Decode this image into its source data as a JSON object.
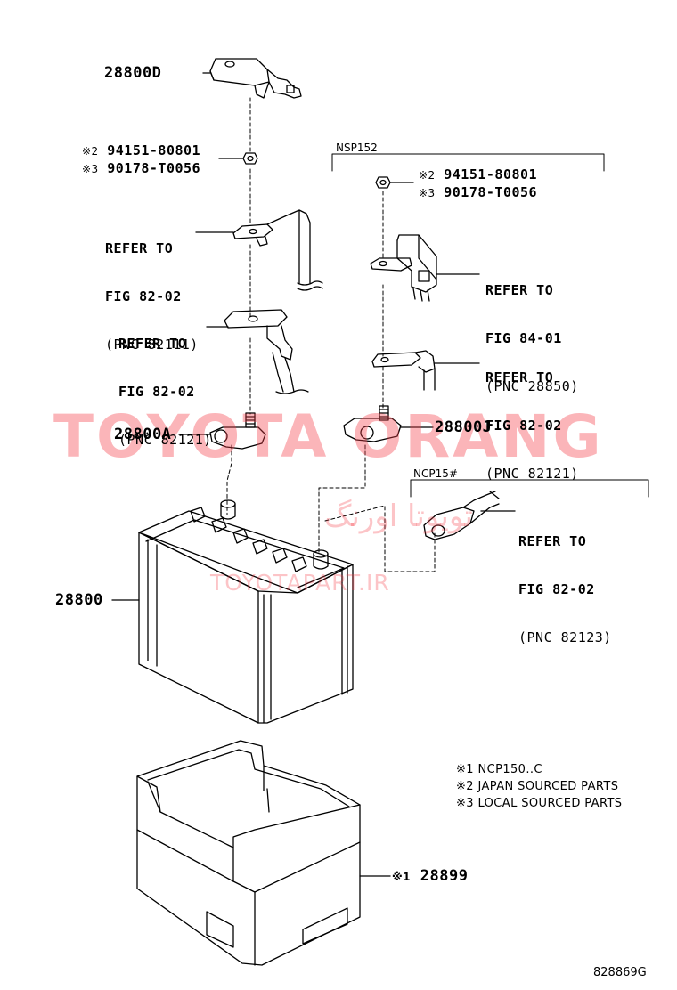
{
  "watermark": {
    "brand": "TOYOTA ORANG",
    "brand_fa": "تویوتا اورنگ",
    "site": "TOYOTAPART.IR"
  },
  "group_labels": {
    "nsp": "NSP152",
    "ncp": "NCP15#"
  },
  "parts": {
    "cover_d": "28800D",
    "terminal_a": "28800A",
    "terminal_j": "28800J",
    "battery": "28800",
    "tray_mark": "※1",
    "tray": "28899"
  },
  "nut_left": {
    "mark1": "※2",
    "pn1": "94151-80801",
    "mark2": "※3",
    "pn2": "90178-T0056"
  },
  "nut_right": {
    "mark1": "※2",
    "pn1": "94151-80801",
    "mark2": "※3",
    "pn2": "90178-T0056"
  },
  "refs": [
    {
      "l1": "REFER TO",
      "l2": "FIG 82-02",
      "l3": "(PNC 82111)"
    },
    {
      "l1": "REFER TO",
      "l2": "FIG 82-02",
      "l3": "(PNC 82121)"
    },
    {
      "l1": "REFER TO",
      "l2": "FIG 84-01",
      "l3": "(PNC 28850)"
    },
    {
      "l1": "REFER TO",
      "l2": "FIG 82-02",
      "l3": "(PNC 82121)"
    },
    {
      "l1": "REFER TO",
      "l2": "FIG 82-02",
      "l3": "(PNC 82123)"
    }
  ],
  "legend": [
    "※1 NCP150..C",
    "※2 JAPAN SOURCED PARTS",
    "※3 LOCAL SOURCED PARTS"
  ],
  "figure_id": "828869G"
}
